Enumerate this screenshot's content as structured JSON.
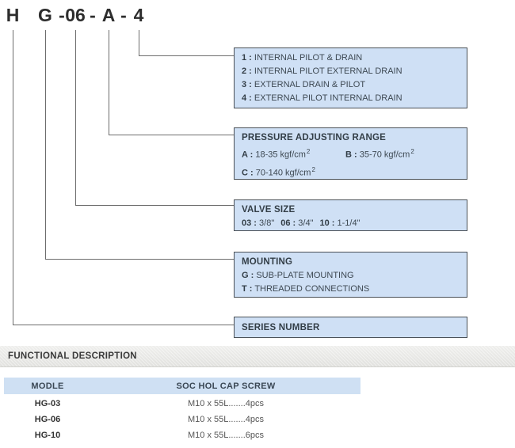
{
  "model_code": {
    "parts": [
      "H",
      "G",
      "-",
      "06",
      "-",
      "A",
      "-",
      "4"
    ]
  },
  "boxes": [
    {
      "name": "pilot-drain-options",
      "items": [
        {
          "code": "1 :",
          "text": "INTERNAL PILOT & DRAIN"
        },
        {
          "code": "2 :",
          "text": "INTERNAL PILOT EXTERNAL DRAIN"
        },
        {
          "code": "3 :",
          "text": "EXTERNAL DRAIN & PILOT"
        },
        {
          "code": "4 :",
          "text": "EXTERNAL PILOT INTERNAL DRAIN"
        }
      ]
    },
    {
      "name": "pressure-adjusting-range",
      "title": "PRESSURE ADJUSTING RANGE",
      "items": [
        {
          "code": "A :",
          "text": "18-35 kgf/cm",
          "sup": "2"
        },
        {
          "code": "B :",
          "text": "35-70 kgf/cm",
          "sup": "2"
        },
        {
          "code": "C :",
          "text": "70-140 kgf/cm",
          "sup": "2"
        }
      ]
    },
    {
      "name": "valve-size",
      "title": "VALVE SIZE",
      "items": [
        {
          "code": "03 :",
          "text": "3/8\""
        },
        {
          "code": "06 :",
          "text": "3/4\""
        },
        {
          "code": "10 :",
          "text": "1-1/4\""
        }
      ]
    },
    {
      "name": "mounting",
      "title": "MOUNTING",
      "items": [
        {
          "code": "G :",
          "text": "SUB-PLATE MOUNTING"
        },
        {
          "code": "T :",
          "text": "THREADED CONNECTIONS"
        }
      ]
    },
    {
      "name": "series-number",
      "title": "SERIES NUMBER"
    }
  ],
  "section": {
    "title": "FUNCTIONAL DESCRIPTION"
  },
  "table": {
    "headers": [
      "MODLE",
      "SOC HOL CAP SCREW"
    ],
    "rows": [
      {
        "model": "HG-03",
        "screw": "M10 x 55L.......4pcs"
      },
      {
        "model": "HG-06",
        "screw": "M10 x 55L.......4pcs"
      },
      {
        "model": "HG-10",
        "screw": "M10 x 55L.......6pcs"
      }
    ]
  },
  "colors": {
    "box_fill": "#cfe0f5",
    "box_border": "#4a5056",
    "connector_line": "#6d6d6d",
    "table_header_bg": "#cfe0f3",
    "section_bar_bg": "#e9e9e6",
    "title_text": "#2d2d2d",
    "body_text": "#3d4852"
  }
}
